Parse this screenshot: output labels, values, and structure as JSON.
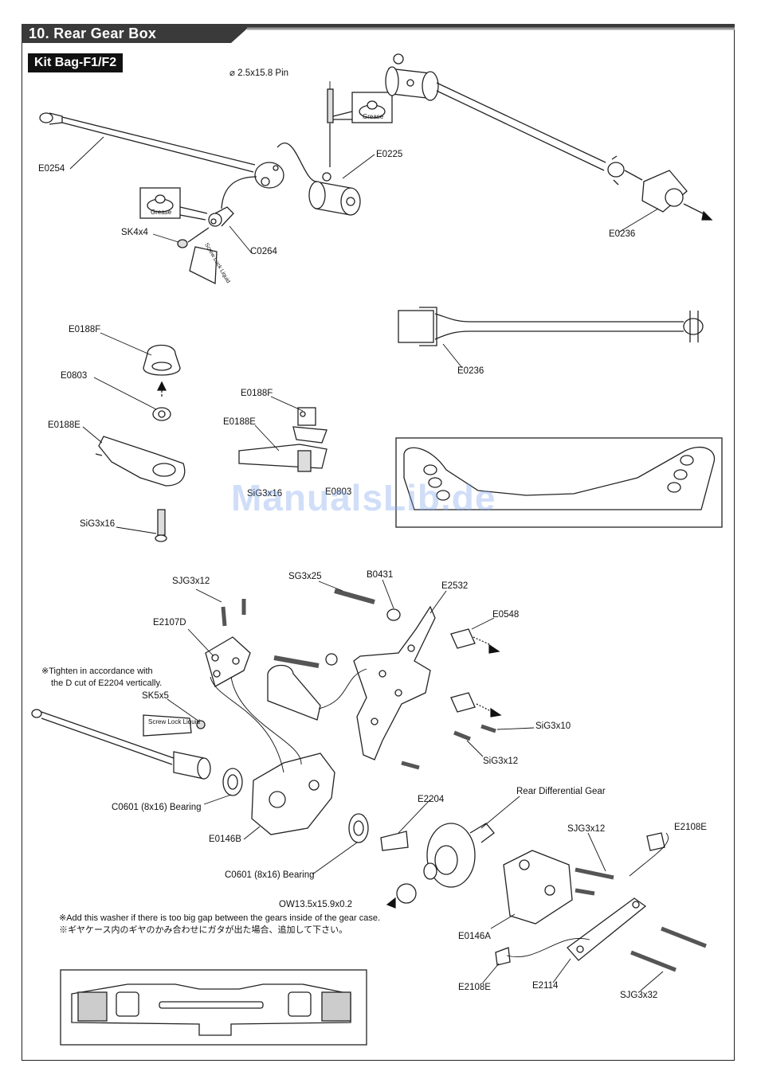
{
  "title": "10. Rear Gear Box",
  "kit_bag": "Kit Bag-F1/F2",
  "watermark": "ManualsLib.de",
  "labels": {
    "pin": "⌀ 2.5x15.8 Pin",
    "e0225": "E0225",
    "e0254": "E0254",
    "e0236_top": "E0236",
    "sk4x4": "SK4x4",
    "c0264": "C0264",
    "grease": "Grease",
    "screw_lock": "Screw Lock Liquid",
    "e0188f_a": "E0188F",
    "e0803_a": "E0803",
    "e0188e_a": "E0188E",
    "sig3x16": "SiG3x16",
    "e0236_mid": "E0236",
    "e0188f_b": "E0188F",
    "e0188e_b": "E0188E",
    "sig3x16_b": "SiG3x16",
    "e0803_b": "E0803",
    "sjg3x12_a": "SJG3x12",
    "sg3x25": "SG3x25",
    "b0431": "B0431",
    "e2532": "E2532",
    "e0548": "E0548",
    "e2107d": "E2107D",
    "sk5x5": "SK5x5",
    "sig3x10": "SiG3x10",
    "sig3x12": "SiG3x12",
    "c0601_a": "C0601 (8x16) Bearing",
    "e0146b": "E0146B",
    "e2204": "E2204",
    "rear_diff": "Rear Differential Gear",
    "sjg3x12_b": "SJG3x12",
    "e2108e_a": "E2108E",
    "c0601_b": "C0601 (8x16) Bearing",
    "ow": "OW13.5x15.9x0.2",
    "e0146a": "E0146A",
    "e2108e_b": "E2108E",
    "e2114": "E2114",
    "sjg3x32": "SJG3x32"
  },
  "notes": {
    "tighten_1": "※Tighten in accordance with",
    "tighten_2": "the D cut of E2204 vertically.",
    "washer_en": "※Add this washer if there is too big gap between the gears inside of the gear case.",
    "washer_jp": "※ギヤケース内のギヤのかみ合わせにガタが出た場合、追加して下さい。"
  }
}
